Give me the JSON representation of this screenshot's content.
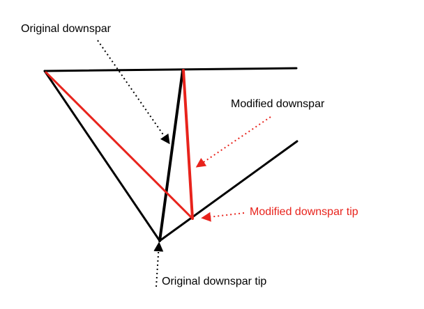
{
  "labels": {
    "original_downspar": "Original downspar",
    "modified_downspar": "Modified downspar",
    "modified_downspar_tip": "Modified downspar tip",
    "original_downspar_tip": "Original downspar tip"
  },
  "colors": {
    "original": "#000000",
    "modified": "#e8231c",
    "background": "#ffffff"
  }
}
